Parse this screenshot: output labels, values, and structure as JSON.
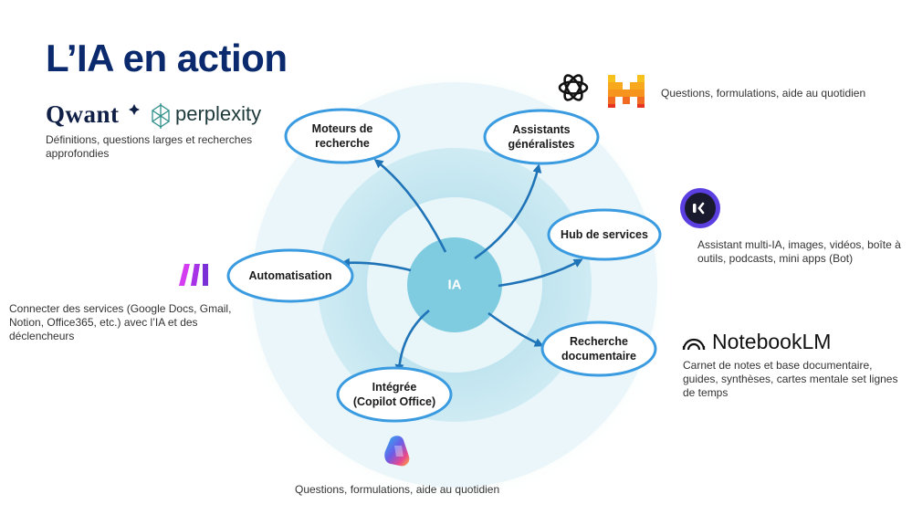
{
  "title": "L’IA en action",
  "center": "IA",
  "nodes": {
    "moteurs": "Moteurs de\nrecherche",
    "assistants": "Assistants\ngénéralistes",
    "hub": "Hub de services",
    "recherche_doc": "Recherche\ndocumentaire",
    "integree": "Intégrée\n(Copilot Office)",
    "automatisation": "Automatisation"
  },
  "brands": {
    "qwant": "Qwant",
    "perplexity": "perplexity",
    "notebooklm": "NotebookLM"
  },
  "descriptions": {
    "moteurs": "Définitions, questions larges et recherches approfondies",
    "assistants": "Questions, formulations, aide au quotidien",
    "hub": "Assistant multi-IA, images, vidéos, boîte à outils, podcasts, mini apps (Bot)",
    "recherche_doc": "Carnet de notes et base documentaire, guides, synthèses, cartes mentale set lignes de temps",
    "integree": "Questions, formulations, aide au quotidien",
    "automatisation": "Connecter des services (Google Docs, Gmail, Notion, Office365, etc.) avec l’IA et des déclencheurs"
  },
  "colors": {
    "title": "#0b2a6e",
    "ring_outer": "#e9f6fa",
    "ring_mid": "#cdebf3",
    "ring_inner": "#a9dcea",
    "hub": "#7fcbe0",
    "node_border": "#3a9be0",
    "arrow": "#1f73b7",
    "mistral_orange": "#f7941d",
    "make_purple": "#a733e6"
  }
}
